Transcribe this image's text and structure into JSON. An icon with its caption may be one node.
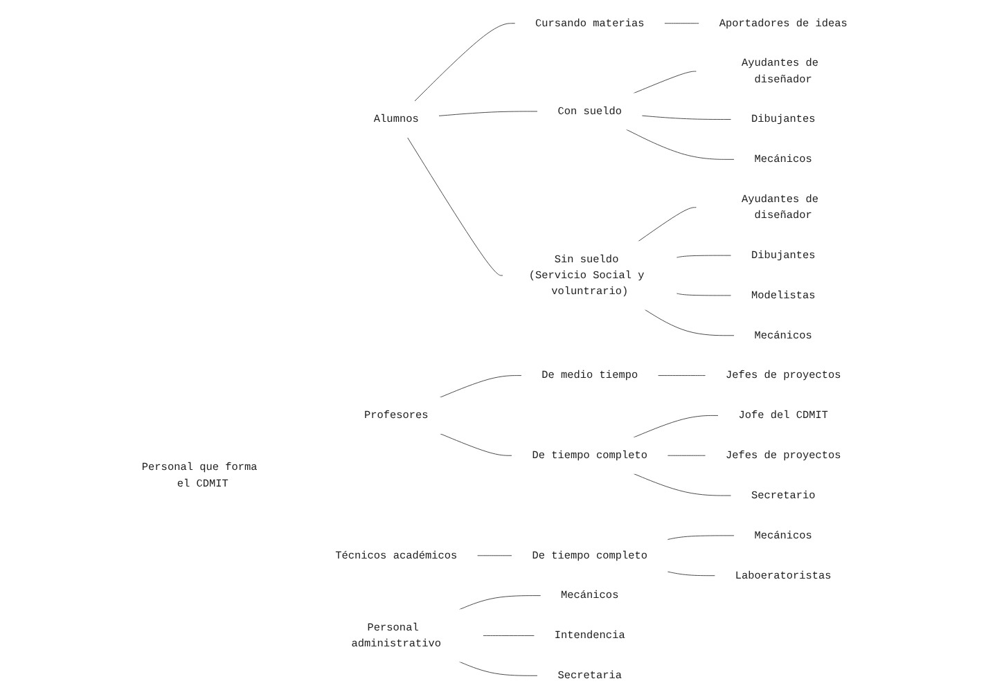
{
  "diagram": {
    "nodes": [
      {
        "text": [
          "Personal que forma el CDMIT"
        ]
      },
      {
        "text": [
          "Alumnos"
        ]
      },
      {
        "text": [
          "Cursando materias"
        ]
      },
      {
        "text": [
          "Aportadores de ideas"
        ]
      },
      {
        "text": [
          "Con sueldo"
        ]
      },
      {
        "text": [
          "Ayudantes de diseñador"
        ]
      },
      {
        "text": [
          "Dibujantes"
        ]
      },
      {
        "text": [
          "Mecánicos"
        ]
      },
      {
        "text": [
          "Sin sueldo (Servicio Social y voluntrario)"
        ]
      },
      {
        "text": [
          "Ayudantes de diseñador"
        ]
      },
      {
        "text": [
          "Dibujantes"
        ]
      },
      {
        "text": [
          "Modelistas"
        ]
      },
      {
        "text": [
          "Mecánicos"
        ]
      },
      {
        "text": [
          "Profesores"
        ]
      },
      {
        "text": [
          "De medio tiempo"
        ]
      },
      {
        "text": [
          "Jefes de proyectos"
        ]
      },
      {
        "text": [
          "De tiempo completo"
        ]
      },
      {
        "text": [
          "Jofe del CDMIT"
        ]
      },
      {
        "text": [
          "Jefes de proyectos"
        ]
      },
      {
        "text": [
          "Secretario"
        ]
      },
      {
        "text": [
          "Técnicos académicos"
        ]
      },
      {
        "text": [
          "De tiempo completo"
        ]
      },
      {
        "text": [
          "Mecánicos"
        ]
      },
      {
        "text": [
          "Laboeratoristas"
        ]
      },
      {
        "text": [
          "Personal administrativo"
        ]
      },
      {
        "text": [
          "Mecánicos"
        ]
      },
      {
        "text": [
          "Intendencia"
        ]
      },
      {
        "text": [
          "Secretaria"
        ]
      }
    ],
    "edges": [
      {
        "from": 1,
        "to": 2,
        "arrow": "none"
      },
      {
        "from": 1,
        "to": 4,
        "arrow": "none"
      },
      {
        "from": 1,
        "to": 8,
        "arrow": "none"
      },
      {
        "from": 2,
        "to": 3,
        "arrow": "none"
      },
      {
        "from": 4,
        "to": 5,
        "arrow": "none"
      },
      {
        "from": 4,
        "to": 6,
        "arrow": "none"
      },
      {
        "from": 4,
        "to": 7,
        "arrow": "none"
      },
      {
        "from": 8,
        "to": 9,
        "arrow": "none"
      },
      {
        "from": 8,
        "to": 10,
        "arrow": "none"
      },
      {
        "from": 8,
        "to": 11,
        "arrow": "none"
      },
      {
        "from": 8,
        "to": 12,
        "arrow": "none"
      },
      {
        "from": 13,
        "to": 14,
        "arrow": "none"
      },
      {
        "from": 13,
        "to": 16,
        "arrow": "none"
      },
      {
        "from": 14,
        "to": 15,
        "arrow": "none"
      },
      {
        "from": 16,
        "to": 17,
        "arrow": "none"
      },
      {
        "from": 16,
        "to": 18,
        "arrow": "none"
      },
      {
        "from": 16,
        "to": 19,
        "arrow": "none"
      },
      {
        "from": 20,
        "to": 21,
        "arrow": "none"
      },
      {
        "from": 21,
        "to": 22,
        "arrow": "none"
      },
      {
        "from": 21,
        "to": 23,
        "arrow": "none"
      },
      {
        "from": 24,
        "to": 25,
        "arrow": "none"
      },
      {
        "from": 24,
        "to": 26,
        "arrow": "none"
      },
      {
        "from": 24,
        "to": 27,
        "arrow": "none"
      }
    ]
  }
}
